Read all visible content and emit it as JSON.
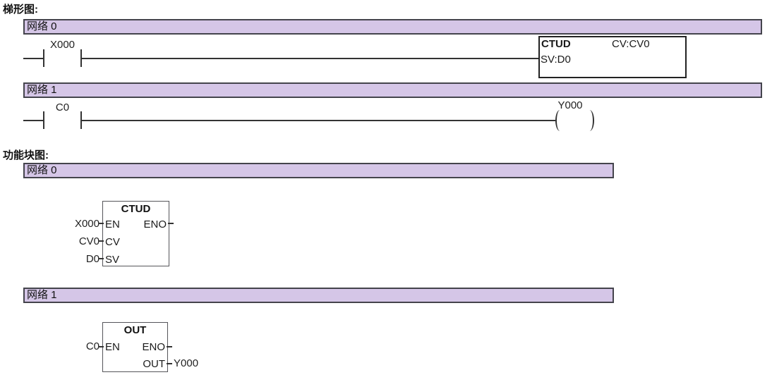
{
  "colors": {
    "network_bar_fill": "#d5c6e7",
    "network_bar_border": "#44444c",
    "wire": "#333333",
    "text": "#1a1a1a"
  },
  "ladder_section": {
    "title": "梯形图:",
    "network0": {
      "label": "网络 0",
      "contact_label": "X000",
      "block": {
        "title": "CTUD",
        "cv_param": "CV:CV0",
        "sv_param": "SV:D0"
      }
    },
    "network1": {
      "label": "网络 1",
      "contact_label": "C0",
      "coil_label": "Y000"
    }
  },
  "fbd_section": {
    "title": "功能块图:",
    "network0": {
      "label": "网络 0",
      "block": {
        "title": "CTUD",
        "input_en_operand": "X000",
        "input_en_pin": "EN",
        "input_cv_operand": "CV0",
        "input_cv_pin": "CV",
        "input_sv_operand": "D0",
        "input_sv_pin": "SV",
        "output_eno_pin": "ENO"
      }
    },
    "network1": {
      "label": "网络 1",
      "block": {
        "title": "OUT",
        "input_en_operand": "C0",
        "input_en_pin": "EN",
        "output_eno_pin": "ENO",
        "output_out_pin": "OUT",
        "output_out_operand": "Y000"
      }
    }
  }
}
